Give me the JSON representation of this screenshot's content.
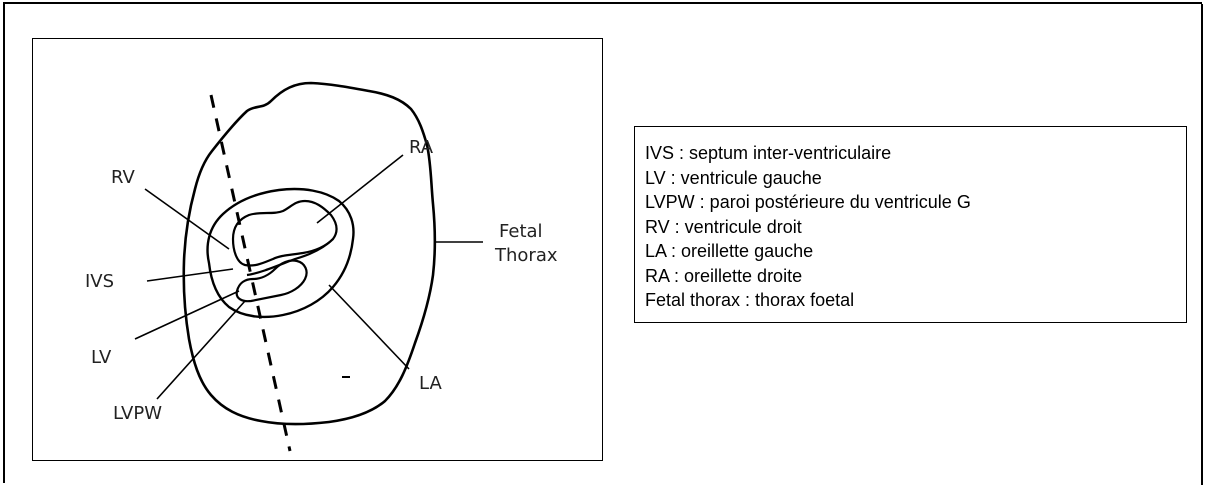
{
  "diagram": {
    "labels": {
      "rv": "RV",
      "ra": "RA",
      "fetal": "Fetal",
      "thorax": "Thorax",
      "ivs": "IVS",
      "lv": "LV",
      "la": "LA",
      "lvpw": "LVPW"
    }
  },
  "legend": {
    "items": [
      "IVS : septum inter-ventriculaire",
      "LV : ventricule gauche",
      "LVPW : paroi postérieure du ventricule G",
      "RV : ventricule droit",
      "LA : oreillette gauche",
      "RA : oreillette droite",
      "Fetal thorax : thorax foetal"
    ]
  }
}
